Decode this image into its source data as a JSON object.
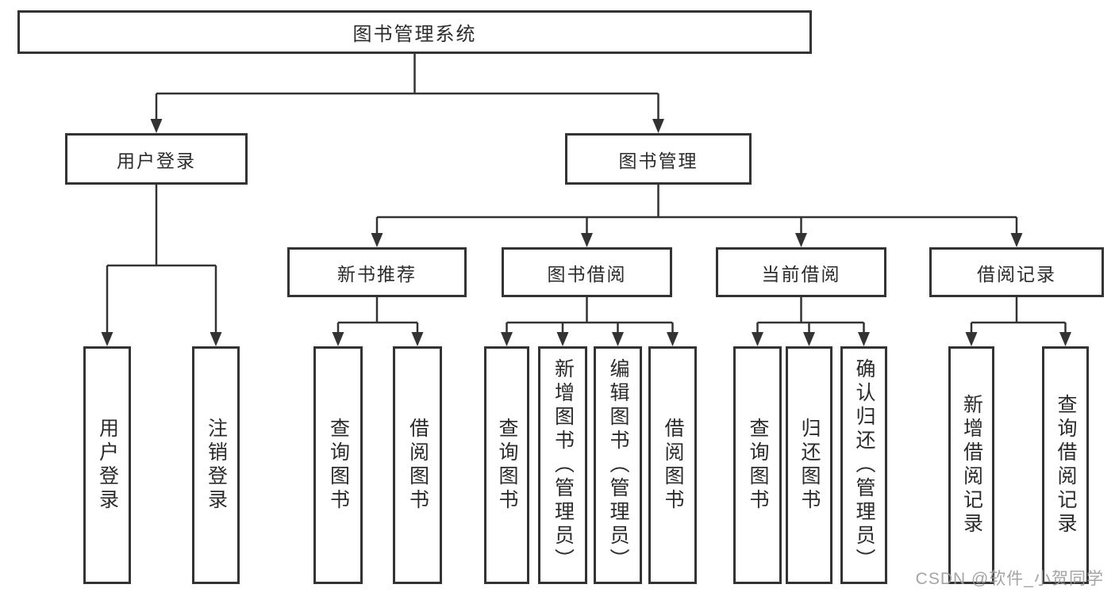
{
  "diagram_title": "图书管理系统",
  "tree": {
    "root": {
      "label": "图书管理系统",
      "children": [
        {
          "label": "用户登录",
          "children": [
            {
              "label": "用户登录"
            },
            {
              "label": "注销登录"
            }
          ]
        },
        {
          "label": "图书管理",
          "children": [
            {
              "label": "新书推荐",
              "children": [
                {
                  "label": "查询图书"
                },
                {
                  "label": "借阅图书"
                }
              ]
            },
            {
              "label": "图书借阅",
              "children": [
                {
                  "label": "查询图书"
                },
                {
                  "label": "新增图书（管理员）"
                },
                {
                  "label": "编辑图书（管理员）"
                },
                {
                  "label": "借阅图书"
                }
              ]
            },
            {
              "label": "当前借阅",
              "children": [
                {
                  "label": "查询图书"
                },
                {
                  "label": "归还图书"
                },
                {
                  "label": "确认归还（管理员）"
                }
              ]
            },
            {
              "label": "借阅记录",
              "children": [
                {
                  "label": "新增借阅记录"
                },
                {
                  "label": "查询借阅记录"
                }
              ]
            }
          ]
        }
      ]
    }
  },
  "watermark": {
    "text": "CSDN @软件_小贺同学"
  },
  "colors": {
    "background": "#ffffff",
    "line": "#333333",
    "box_border": "#333333",
    "text": "#2b2b2b",
    "watermark": "#9b9b9b"
  }
}
